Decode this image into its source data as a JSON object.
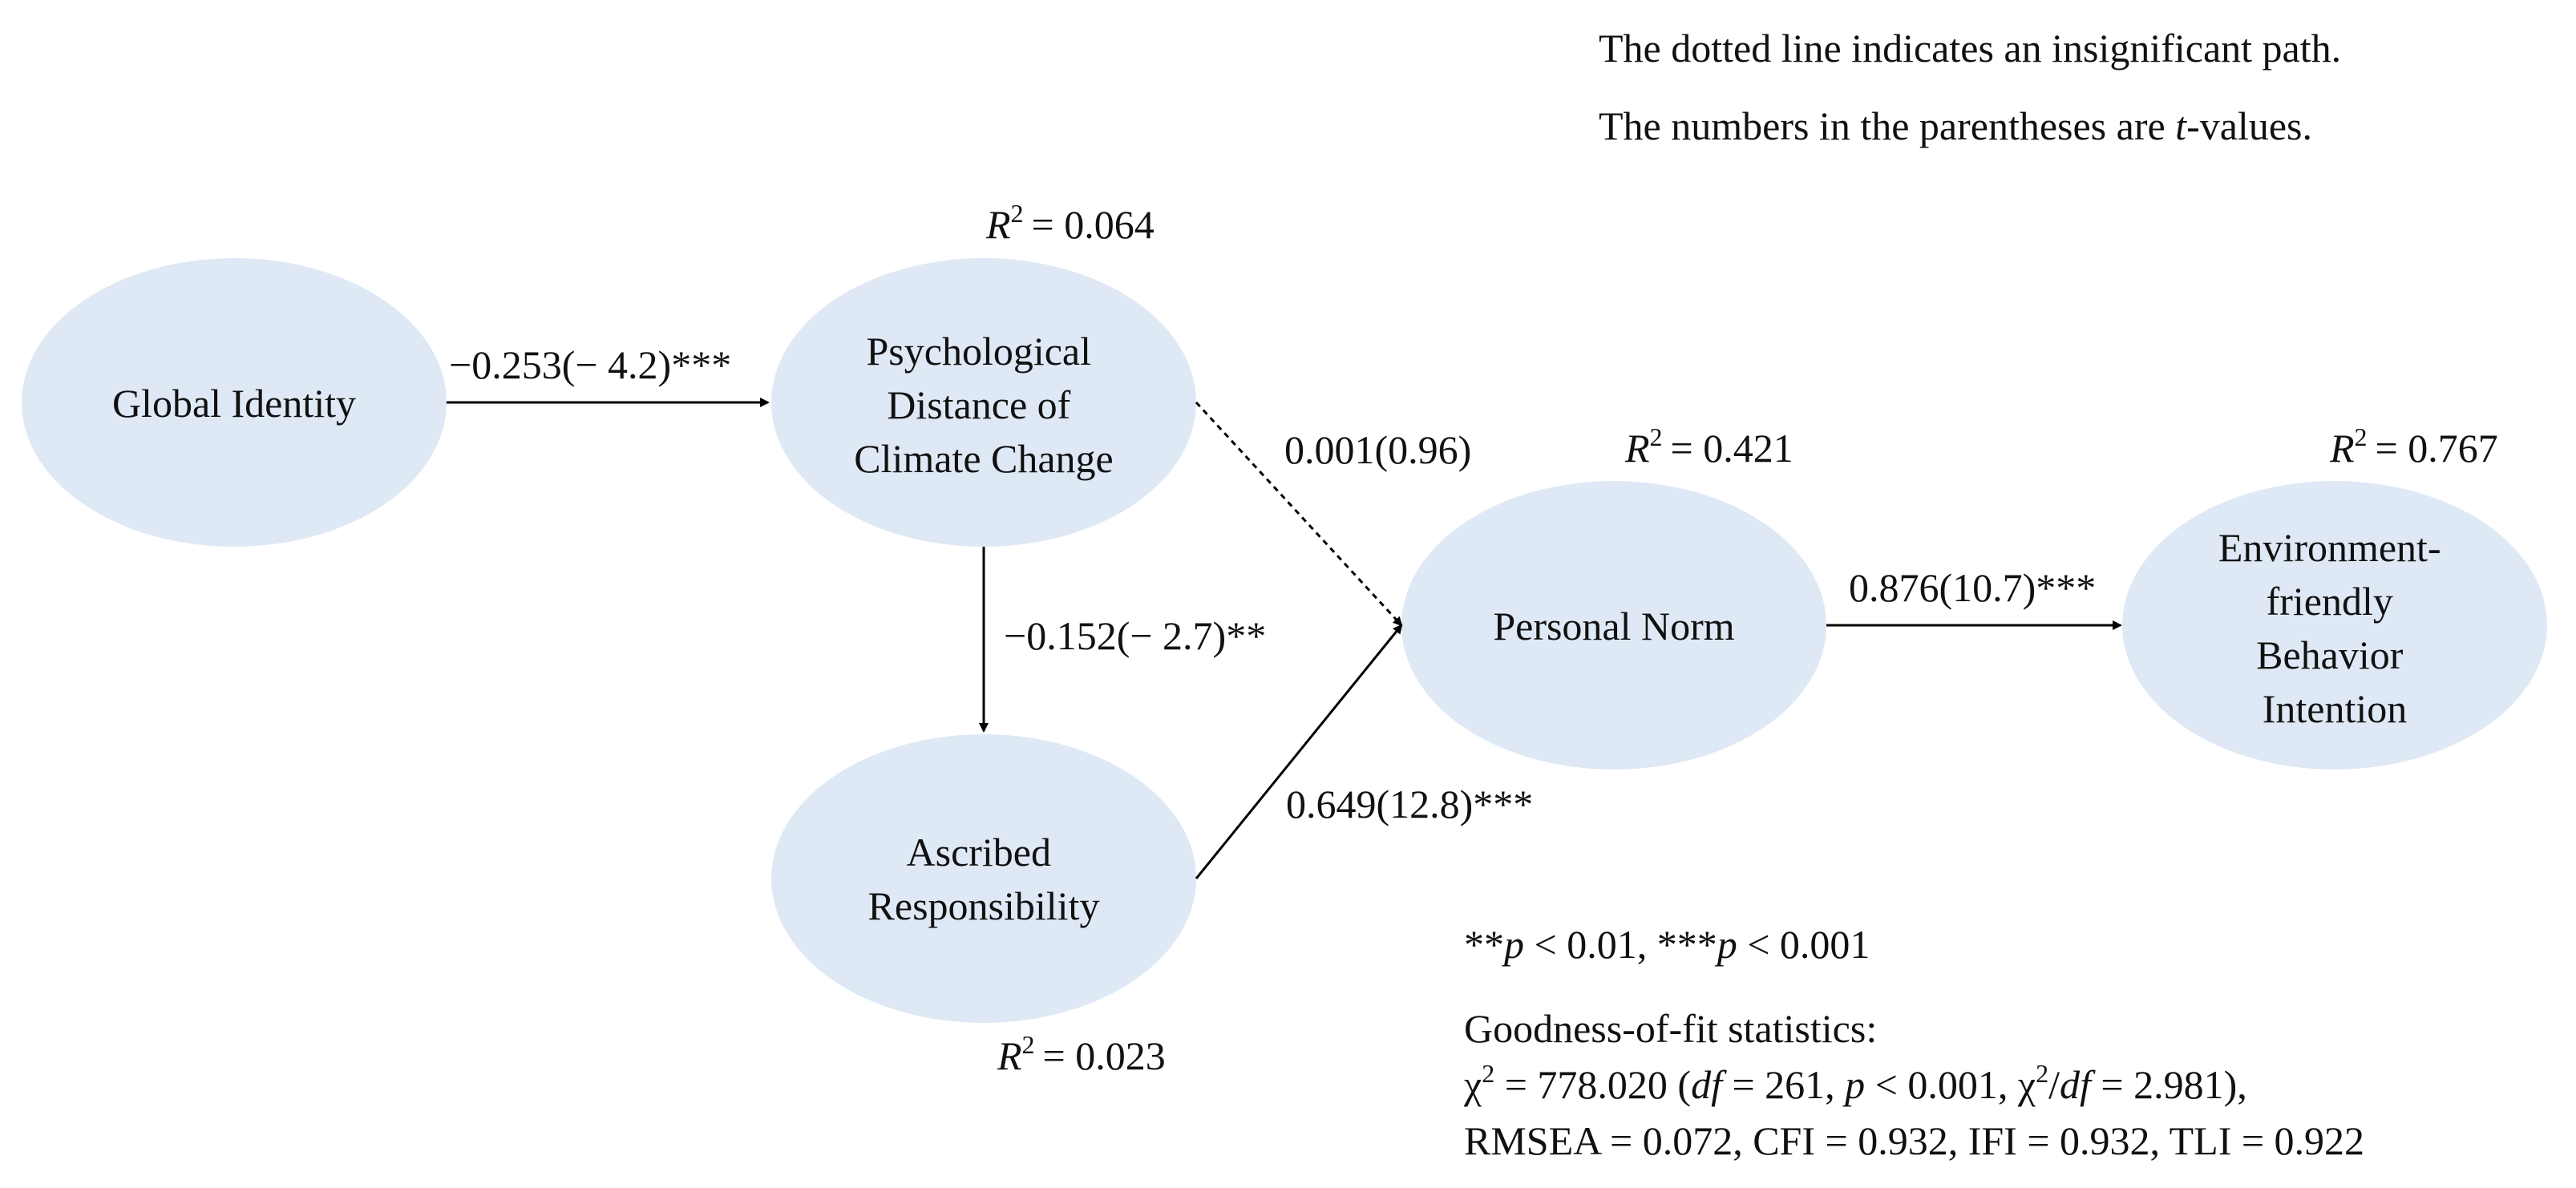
{
  "notes": {
    "line1": "The dotted line indicates an insignificant path.",
    "line2_prefix": "The numbers in the parentheses are ",
    "line2_italic": "t",
    "line2_suffix": "-values."
  },
  "nodes": {
    "global_identity": [
      "Global Identity"
    ],
    "psych_distance": [
      "Psychological",
      "Distance of",
      "Climate Change"
    ],
    "ascribed_responsibility": [
      "Ascribed",
      "Responsibility"
    ],
    "personal_norm": [
      "Personal Norm"
    ],
    "behavior_intention": [
      "Environment-",
      "friendly",
      "Behavior",
      "Intention"
    ]
  },
  "r_squared": {
    "label": "R",
    "sup": "2",
    "psych_distance": "= 0.064",
    "ascribed_responsibility": "= 0.023",
    "personal_norm": "= 0.421",
    "behavior_intention": "= 0.767"
  },
  "paths": {
    "gi_to_pd": "−0.253(− 4.2)***",
    "pd_to_ar": "−0.152(− 2.7)**",
    "pd_to_pn": "0.001(0.96)",
    "ar_to_pn": "0.649(12.8)***",
    "pn_to_bi": "0.876(10.7)***"
  },
  "significance": {
    "p01_stars": "**",
    "p01_italic": "p",
    "p01_rest": " < 0.01, ",
    "p001_stars": "***",
    "p001_italic": "p",
    "p001_rest": " < 0.001"
  },
  "fit": {
    "heading": "Goodness-of-fit statistics:",
    "line2_a": "χ",
    "line2_sup": "2",
    "line2_b": " = 778.020 (",
    "line2_df1": "df",
    "line2_c": " = 261, ",
    "line2_p": "p",
    "line2_d": " < 0.001, χ",
    "line2_sup2": "2",
    "line2_e": "/",
    "line2_df2": "df",
    "line2_f": " = 2.981),",
    "line3": "RMSEA = 0.072, CFI = 0.932, IFI = 0.932, TLI = 0.922"
  },
  "colors": {
    "ellipse_fill": "#dfe9f5",
    "line": "#000000"
  }
}
